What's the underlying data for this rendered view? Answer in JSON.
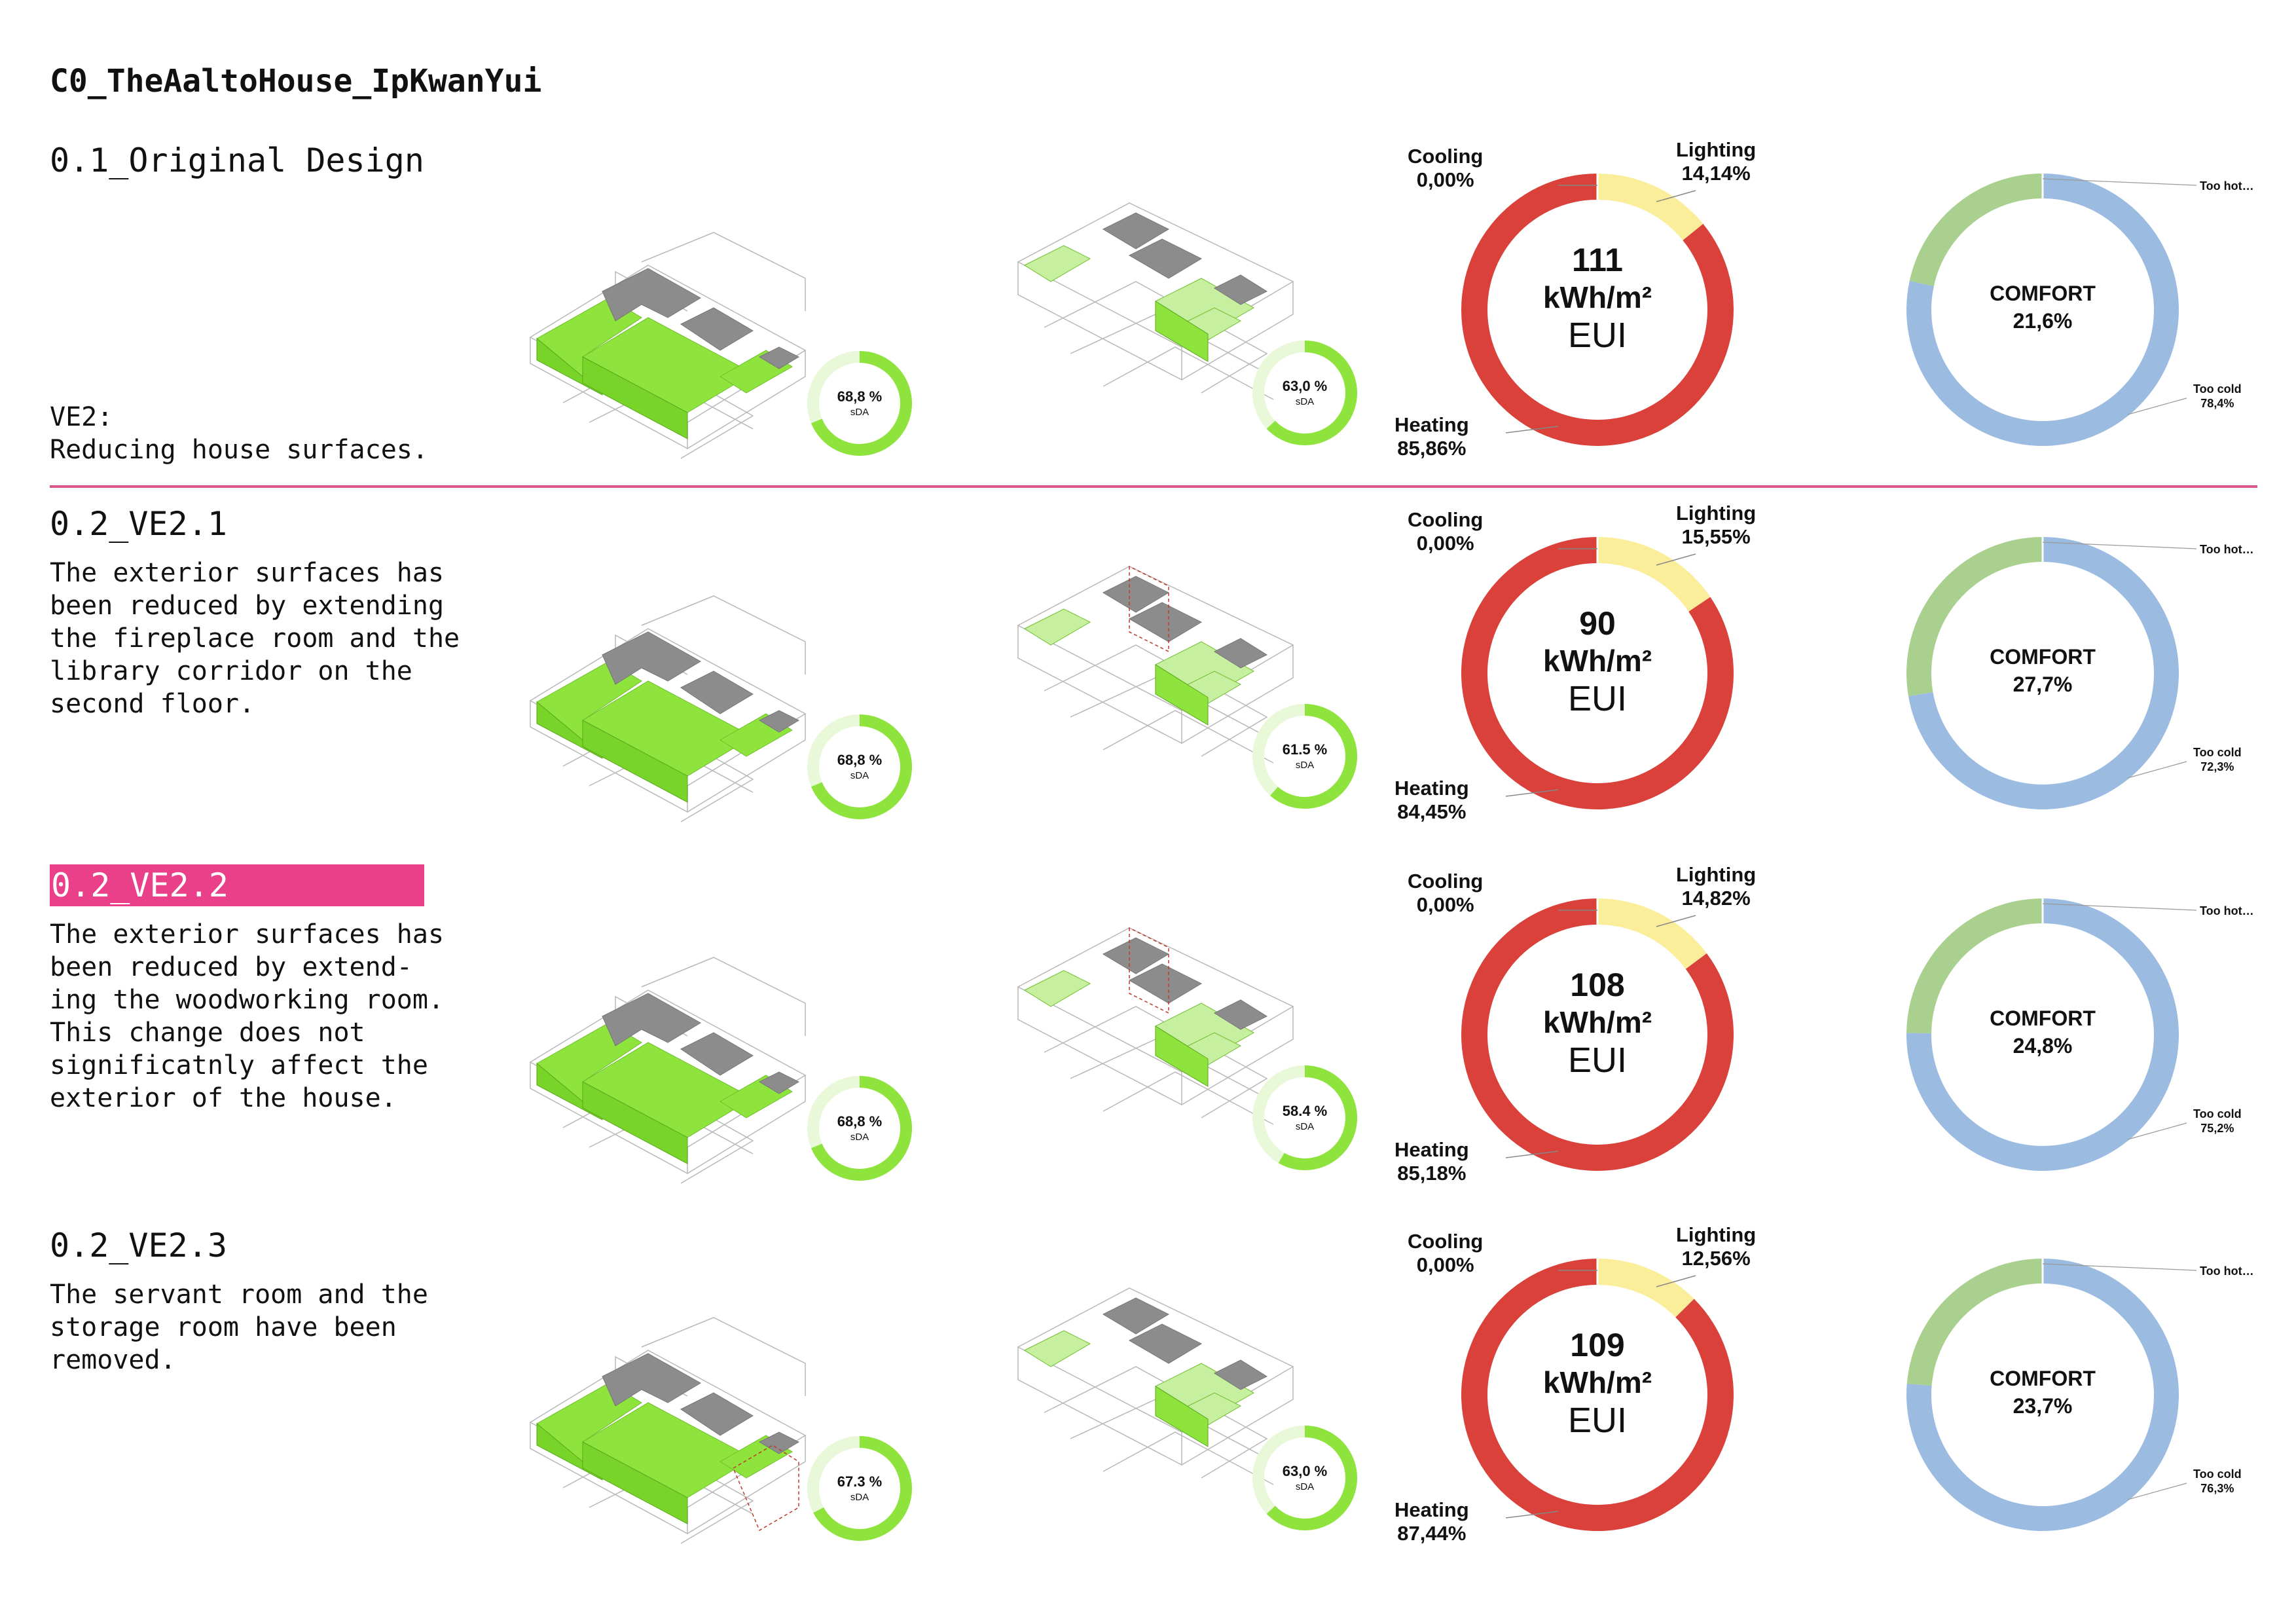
{
  "page_title": "C0_TheAaltoHouse_IpKwanYui",
  "subtitle": {
    "line1": "VE2:",
    "line2": "Reducing house surfaces."
  },
  "colors": {
    "heating": "#d9413a",
    "lighting": "#fbee9a",
    "cooling": "#9bbce0",
    "too_cold": "#9bbce0",
    "comfort": "#a9d08e",
    "floor_green": "#8ee33c",
    "floor_grey": "#8c8c8c",
    "highlight": "#ea4089",
    "divider": "#d9578d"
  },
  "rows": [
    {
      "title": "0.1_Original Design",
      "highlight": false,
      "description": [],
      "sda1": {
        "value": 68.8,
        "label": "68,8 %",
        "unit": "sDA"
      },
      "sda2": {
        "value": 63.0,
        "label": "63,0 %",
        "unit": "sDA"
      },
      "eui": {
        "value": "111",
        "unit": "kWh/m²",
        "metric": "EUI",
        "cooling": {
          "name": "Cooling",
          "pct": 0.0,
          "label": "0,00%"
        },
        "lighting": {
          "name": "Lighting",
          "pct": 14.14,
          "label": "14,14%"
        },
        "heating": {
          "name": "Heating",
          "pct": 85.86,
          "label": "85,86%"
        }
      },
      "comfort": {
        "name": "COMFORT",
        "pct": 21.6,
        "label": "21,6%",
        "too_hot": {
          "name": "Too hot…"
        },
        "too_cold": {
          "name": "Too cold",
          "pct": 78.4,
          "label": "78,4%"
        }
      }
    },
    {
      "title": "0.2_VE2.1",
      "highlight": false,
      "description": [
        "The exterior surfaces has",
        "been reduced by extending",
        "the fireplace room and the",
        "library corridor on the",
        "second floor."
      ],
      "sda1": {
        "value": 68.8,
        "label": "68,8 %",
        "unit": "sDA"
      },
      "sda2": {
        "value": 61.5,
        "label": "61.5 %",
        "unit": "sDA"
      },
      "eui": {
        "value": "90",
        "unit": "kWh/m²",
        "metric": "EUI",
        "cooling": {
          "name": "Cooling",
          "pct": 0.0,
          "label": "0,00%"
        },
        "lighting": {
          "name": "Lighting",
          "pct": 15.55,
          "label": "15,55%"
        },
        "heating": {
          "name": "Heating",
          "pct": 84.45,
          "label": "84,45%"
        }
      },
      "comfort": {
        "name": "COMFORT",
        "pct": 27.7,
        "label": "27,7%",
        "too_hot": {
          "name": "Too hot…"
        },
        "too_cold": {
          "name": "Too cold",
          "pct": 72.3,
          "label": "72,3%"
        }
      }
    },
    {
      "title": "0.2_VE2.2",
      "highlight": true,
      "description": [
        "The exterior surfaces has",
        "been reduced by extend-",
        "ing the woodworking room.",
        "This change does not",
        "significatnly affect the",
        "exterior of the house."
      ],
      "sda1": {
        "value": 68.8,
        "label": "68,8 %",
        "unit": "sDA"
      },
      "sda2": {
        "value": 58.4,
        "label": "58.4 %",
        "unit": "sDA"
      },
      "eui": {
        "value": "108",
        "unit": "kWh/m²",
        "metric": "EUI",
        "cooling": {
          "name": "Cooling",
          "pct": 0.0,
          "label": "0,00%"
        },
        "lighting": {
          "name": "Lighting",
          "pct": 14.82,
          "label": "14,82%"
        },
        "heating": {
          "name": "Heating",
          "pct": 85.18,
          "label": "85,18%"
        }
      },
      "comfort": {
        "name": "COMFORT",
        "pct": 24.8,
        "label": "24,8%",
        "too_hot": {
          "name": "Too hot…"
        },
        "too_cold": {
          "name": "Too cold",
          "pct": 75.2,
          "label": "75,2%"
        }
      }
    },
    {
      "title": "0.2_VE2.3",
      "highlight": false,
      "description": [
        "The servant room and the",
        "storage room have been",
        "removed."
      ],
      "sda1": {
        "value": 67.3,
        "label": "67.3 %",
        "unit": "sDA"
      },
      "sda2": {
        "value": 63.0,
        "label": "63,0 %",
        "unit": "sDA"
      },
      "eui": {
        "value": "109",
        "unit": "kWh/m²",
        "metric": "EUI",
        "cooling": {
          "name": "Cooling",
          "pct": 0.0,
          "label": "0,00%"
        },
        "lighting": {
          "name": "Lighting",
          "pct": 12.56,
          "label": "12,56%"
        },
        "heating": {
          "name": "Heating",
          "pct": 87.44,
          "label": "87,44%"
        }
      },
      "comfort": {
        "name": "COMFORT",
        "pct": 23.7,
        "label": "23,7%",
        "too_hot": {
          "name": "Too hot…"
        },
        "too_cold": {
          "name": "Too cold",
          "pct": 76.3,
          "label": "76,3%"
        }
      }
    }
  ],
  "chart_data": [
    {
      "type": "pie",
      "categories": [
        "Cooling",
        "Lighting",
        "Heating"
      ],
      "values": [
        0.0,
        14.14,
        85.86
      ],
      "title": "111 kWh/m² EUI"
    },
    {
      "type": "pie",
      "categories": [
        "Too cold",
        "COMFORT"
      ],
      "values": [
        78.4,
        21.6
      ],
      "title": "COMFORT 21,6%"
    },
    {
      "type": "pie",
      "categories": [
        "Cooling",
        "Lighting",
        "Heating"
      ],
      "values": [
        0.0,
        15.55,
        84.45
      ],
      "title": "90 kWh/m² EUI"
    },
    {
      "type": "pie",
      "categories": [
        "Too cold",
        "COMFORT"
      ],
      "values": [
        72.3,
        27.7
      ],
      "title": "COMFORT 27,7%"
    },
    {
      "type": "pie",
      "categories": [
        "Cooling",
        "Lighting",
        "Heating"
      ],
      "values": [
        0.0,
        14.82,
        85.18
      ],
      "title": "108 kWh/m² EUI"
    },
    {
      "type": "pie",
      "categories": [
        "Too cold",
        "COMFORT"
      ],
      "values": [
        75.2,
        24.8
      ],
      "title": "COMFORT 24,8%"
    },
    {
      "type": "pie",
      "categories": [
        "Cooling",
        "Lighting",
        "Heating"
      ],
      "values": [
        0.0,
        12.56,
        87.44
      ],
      "title": "109 kWh/m² EUI"
    },
    {
      "type": "pie",
      "categories": [
        "Too cold",
        "COMFORT"
      ],
      "values": [
        76.3,
        23.7
      ],
      "title": "COMFORT 23,7%"
    }
  ]
}
